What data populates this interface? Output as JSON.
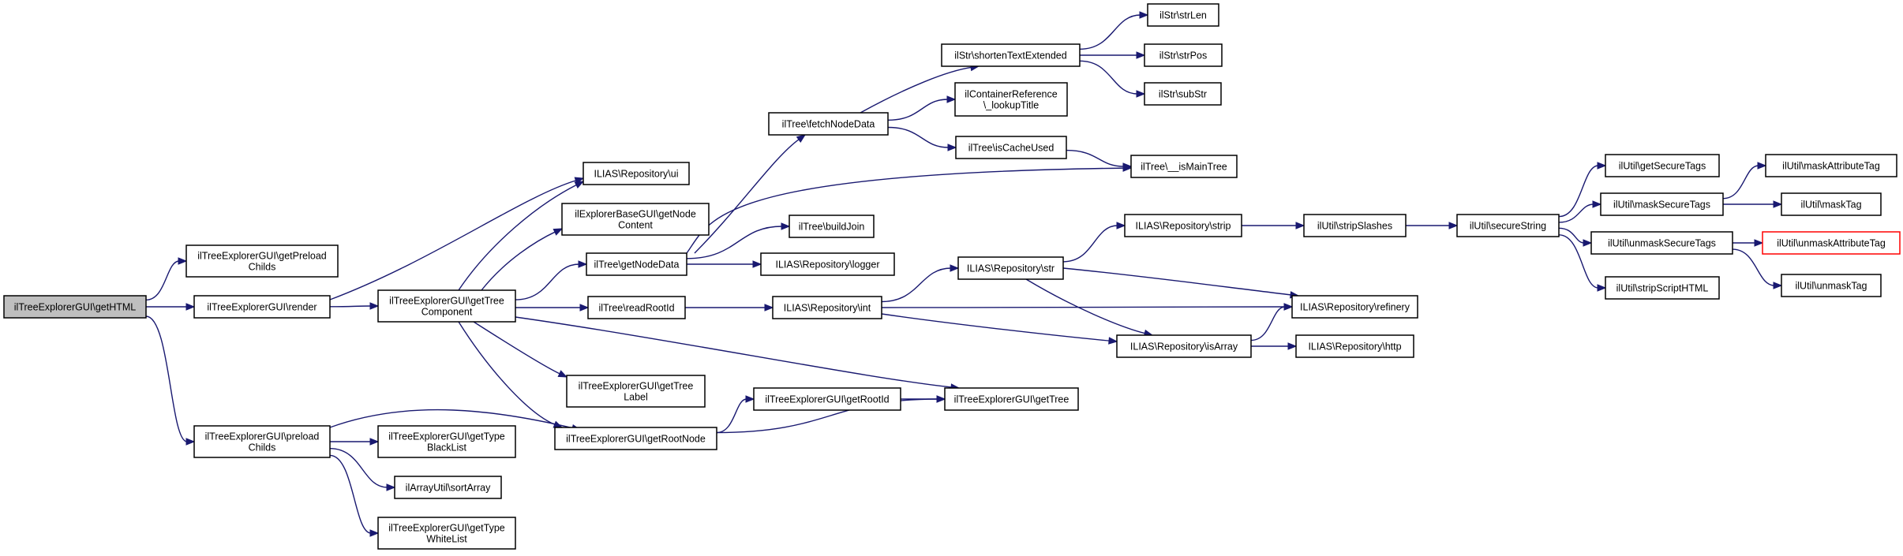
{
  "graph": {
    "root": "ilTreeExplorerGUI\\getHTML",
    "nodes": {
      "getHTML": {
        "lines": [
          "ilTreeExplorerGUI\\getHTML"
        ],
        "root": true
      },
      "getPreloadChilds": {
        "lines": [
          "ilTreeExplorerGUI\\getPreload",
          "Childs"
        ]
      },
      "render": {
        "lines": [
          "ilTreeExplorerGUI\\render"
        ]
      },
      "preloadChilds": {
        "lines": [
          "ilTreeExplorerGUI\\preload",
          "Childs"
        ]
      },
      "getTreeComponent": {
        "lines": [
          "ilTreeExplorerGUI\\getTree",
          "Component"
        ]
      },
      "repoUi": {
        "lines": [
          "ILIAS\\Repository\\ui"
        ]
      },
      "getNodeContent": {
        "lines": [
          "ilExplorerBaseGUI\\getNode",
          "Content"
        ]
      },
      "getNodeData": {
        "lines": [
          "ilTree\\getNodeData"
        ]
      },
      "readRootId": {
        "lines": [
          "ilTree\\readRootId"
        ]
      },
      "getTreeLabel": {
        "lines": [
          "ilTreeExplorerGUI\\getTree",
          "Label"
        ]
      },
      "getRootNode": {
        "lines": [
          "ilTreeExplorerGUI\\getRootNode"
        ]
      },
      "getTypeBlackList": {
        "lines": [
          "ilTreeExplorerGUI\\getType",
          "BlackList"
        ]
      },
      "sortArray": {
        "lines": [
          "ilArrayUtil\\sortArray"
        ]
      },
      "getTypeWhiteList": {
        "lines": [
          "ilTreeExplorerGUI\\getType",
          "WhiteList"
        ]
      },
      "fetchNodeData": {
        "lines": [
          "ilTree\\fetchNodeData"
        ]
      },
      "buildJoin": {
        "lines": [
          "ilTree\\buildJoin"
        ]
      },
      "repoLogger": {
        "lines": [
          "ILIAS\\Repository\\logger"
        ]
      },
      "repoInt": {
        "lines": [
          "ILIAS\\Repository\\int"
        ]
      },
      "getRootId": {
        "lines": [
          "ilTreeExplorerGUI\\getRootId"
        ]
      },
      "getTree": {
        "lines": [
          "ilTreeExplorerGUI\\getTree"
        ]
      },
      "shortenTextExtended": {
        "lines": [
          "ilStr\\shortenTextExtended"
        ]
      },
      "lookupTitle": {
        "lines": [
          "ilContainerReference",
          "\\_lookupTitle"
        ]
      },
      "isCacheUsed": {
        "lines": [
          "ilTree\\isCacheUsed"
        ]
      },
      "isMainTree": {
        "lines": [
          "ilTree\\__isMainTree"
        ]
      },
      "repoStr": {
        "lines": [
          "ILIAS\\Repository\\str"
        ]
      },
      "repoIsArray": {
        "lines": [
          "ILIAS\\Repository\\isArray"
        ]
      },
      "strLen": {
        "lines": [
          "ilStr\\strLen"
        ]
      },
      "strPos": {
        "lines": [
          "ilStr\\strPos"
        ]
      },
      "subStr": {
        "lines": [
          "ilStr\\subStr"
        ]
      },
      "repoStrip": {
        "lines": [
          "ILIAS\\Repository\\strip"
        ]
      },
      "repoRefinery": {
        "lines": [
          "ILIAS\\Repository\\refinery"
        ]
      },
      "repoHttp": {
        "lines": [
          "ILIAS\\Repository\\http"
        ]
      },
      "stripSlashes": {
        "lines": [
          "ilUtil\\stripSlashes"
        ]
      },
      "secureString": {
        "lines": [
          "ilUtil\\secureString"
        ]
      },
      "getSecureTags": {
        "lines": [
          "ilUtil\\getSecureTags"
        ]
      },
      "maskSecureTags": {
        "lines": [
          "ilUtil\\maskSecureTags"
        ]
      },
      "unmaskSecureTags": {
        "lines": [
          "ilUtil\\unmaskSecureTags"
        ]
      },
      "stripScriptHTML": {
        "lines": [
          "ilUtil\\stripScriptHTML"
        ]
      },
      "maskAttributeTag": {
        "lines": [
          "ilUtil\\maskAttributeTag"
        ]
      },
      "maskTag": {
        "lines": [
          "ilUtil\\maskTag"
        ]
      },
      "unmaskAttributeTag": {
        "lines": [
          "ilUtil\\unmaskAttributeTag"
        ],
        "truncated": true
      },
      "unmaskTag": {
        "lines": [
          "ilUtil\\unmaskTag"
        ]
      }
    },
    "edges": [
      [
        "getHTML",
        "getPreloadChilds"
      ],
      [
        "getHTML",
        "render"
      ],
      [
        "getHTML",
        "preloadChilds"
      ],
      [
        "render",
        "repoUi"
      ],
      [
        "render",
        "getTreeComponent"
      ],
      [
        "preloadChilds",
        "getRootNode"
      ],
      [
        "preloadChilds",
        "getTypeBlackList"
      ],
      [
        "preloadChilds",
        "sortArray"
      ],
      [
        "preloadChilds",
        "getTypeWhiteList"
      ],
      [
        "getTreeComponent",
        "repoUi"
      ],
      [
        "getTreeComponent",
        "getNodeContent"
      ],
      [
        "getTreeComponent",
        "getNodeData"
      ],
      [
        "getTreeComponent",
        "readRootId"
      ],
      [
        "getTreeComponent",
        "getTreeLabel"
      ],
      [
        "getTreeComponent",
        "getRootNode"
      ],
      [
        "getTreeComponent",
        "getTree"
      ],
      [
        "getNodeData",
        "fetchNodeData"
      ],
      [
        "getNodeData",
        "isMainTree"
      ],
      [
        "getNodeData",
        "buildJoin"
      ],
      [
        "getNodeData",
        "repoLogger"
      ],
      [
        "readRootId",
        "repoInt"
      ],
      [
        "getRootNode",
        "getRootId"
      ],
      [
        "getRootNode",
        "getTree"
      ],
      [
        "getRootId",
        "getTree"
      ],
      [
        "fetchNodeData",
        "shortenTextExtended"
      ],
      [
        "fetchNodeData",
        "lookupTitle"
      ],
      [
        "fetchNodeData",
        "isCacheUsed"
      ],
      [
        "isCacheUsed",
        "isMainTree"
      ],
      [
        "shortenTextExtended",
        "strLen"
      ],
      [
        "shortenTextExtended",
        "strPos"
      ],
      [
        "shortenTextExtended",
        "subStr"
      ],
      [
        "repoInt",
        "repoStr"
      ],
      [
        "repoInt",
        "repoRefinery"
      ],
      [
        "repoInt",
        "repoIsArray"
      ],
      [
        "repoStr",
        "repoStrip"
      ],
      [
        "repoStr",
        "repoRefinery"
      ],
      [
        "repoStr",
        "repoIsArray"
      ],
      [
        "repoIsArray",
        "repoRefinery"
      ],
      [
        "repoIsArray",
        "repoHttp"
      ],
      [
        "repoStrip",
        "stripSlashes"
      ],
      [
        "stripSlashes",
        "secureString"
      ],
      [
        "secureString",
        "getSecureTags"
      ],
      [
        "secureString",
        "maskSecureTags"
      ],
      [
        "secureString",
        "unmaskSecureTags"
      ],
      [
        "secureString",
        "stripScriptHTML"
      ],
      [
        "maskSecureTags",
        "maskAttributeTag"
      ],
      [
        "maskSecureTags",
        "maskTag"
      ],
      [
        "unmaskSecureTags",
        "unmaskAttributeTag"
      ],
      [
        "unmaskSecureTags",
        "unmaskTag"
      ]
    ],
    "colors": {
      "edge": "#191970",
      "node_border": "#000000",
      "root_fill": "#bfbfbf",
      "truncated_border": "#ff0000"
    }
  }
}
